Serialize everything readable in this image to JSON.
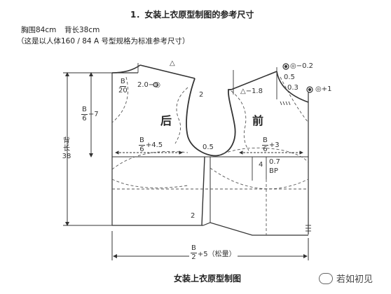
{
  "header": {
    "title": "1．女装上衣原型制图的参考尺寸",
    "bust": "胸围84cm",
    "back_length": "背长38cm",
    "note": "（这是以人体160 / 84 A 号型规格为标准参考尺寸）"
  },
  "labels": {
    "back_panel": "后",
    "front_panel": "前",
    "back_neck_b": "B",
    "back_neck_den": "20",
    "offset_2_0": "2.0−◎",
    "delta_symbol": "△",
    "shoulder_2": "2",
    "delta_minus": "△−1.8",
    "o_minus": "◎−0.2",
    "v_0_5": "0.5",
    "v_0_3": "0.3",
    "o_plus": "◎+1",
    "back_width_b": "B",
    "back_width_den": "6",
    "back_width_add": "+7",
    "back_arm_b": "B",
    "back_arm_den": "6",
    "back_arm_add": "+4.5",
    "armhole_0_5": "0.5",
    "front_arm_b": "B",
    "front_arm_den": "6",
    "front_arm_add": "+3",
    "bp_4": "4",
    "bp_0_7": "0.7",
    "bp": "BP",
    "waist_2": "2",
    "total_b": "B",
    "total_den": "2",
    "total_add": "+5（松量）",
    "back_length_vertical": [
      "背",
      "长",
      "38"
    ]
  },
  "caption": "女装上衣原型制图",
  "watermark": "若如初见"
}
